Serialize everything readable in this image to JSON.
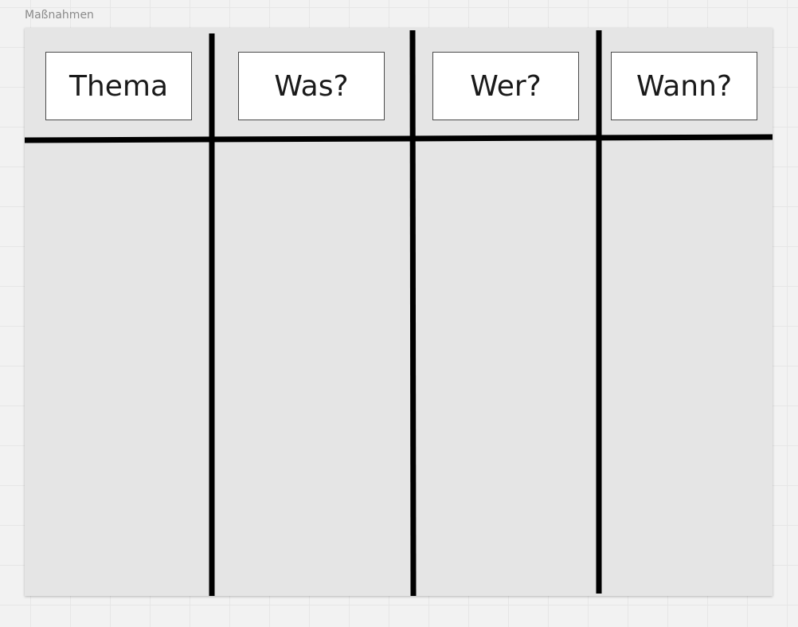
{
  "frame": {
    "title": "Maßnahmen",
    "background_color": "#e5e5e5"
  },
  "columns": [
    {
      "label": "Thema"
    },
    {
      "label": "Was?"
    },
    {
      "label": "Wer?"
    },
    {
      "label": "Wann?"
    }
  ],
  "colors": {
    "canvas_background": "#f2f2f2",
    "divider_line": "#000000",
    "card_fill": "#ffffff"
  }
}
